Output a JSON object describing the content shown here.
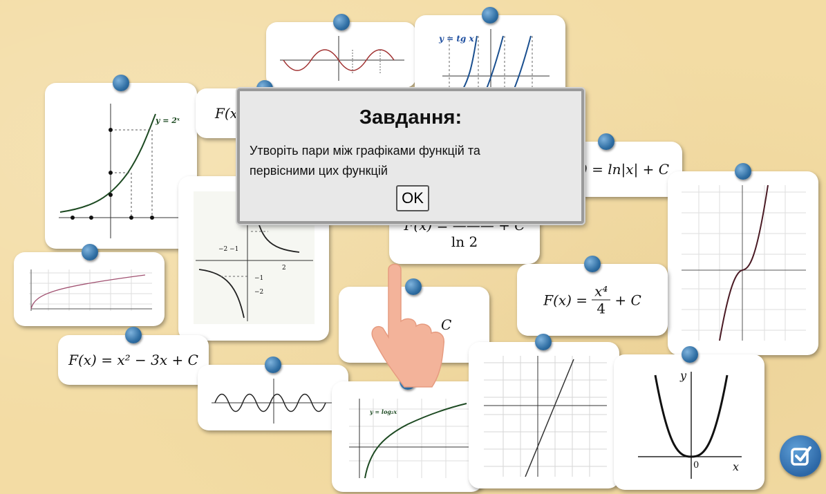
{
  "dialog": {
    "title": "Завдання:",
    "text_line1": "Утворіть пари між графіками функцій та",
    "text_line2": "первісними цих функцій",
    "ok_label": "OK"
  },
  "formulas": {
    "f_x_partial": "F(x",
    "ln_abs": ") = ln|x| + C",
    "ln2": "F(x) = ——— + C",
    "ln2_den": "ln 2",
    "x4_left": "F(x) =",
    "x4_num": "x⁴",
    "x4_den": "4",
    "x4_right": "+ C",
    "quad": "F(x) = x² − 3x + C",
    "c_partial": "C"
  },
  "graph_labels": {
    "exp2": "y = 2ˣ",
    "tg": "y = tg x",
    "log2": "y = log₂x",
    "parabola_y": "y",
    "parabola_x": "x",
    "parabola_zero": "0"
  },
  "colors": {
    "pin": "#2f6ea3",
    "background": "#f3dca4",
    "check_button": "#2c67a6"
  }
}
